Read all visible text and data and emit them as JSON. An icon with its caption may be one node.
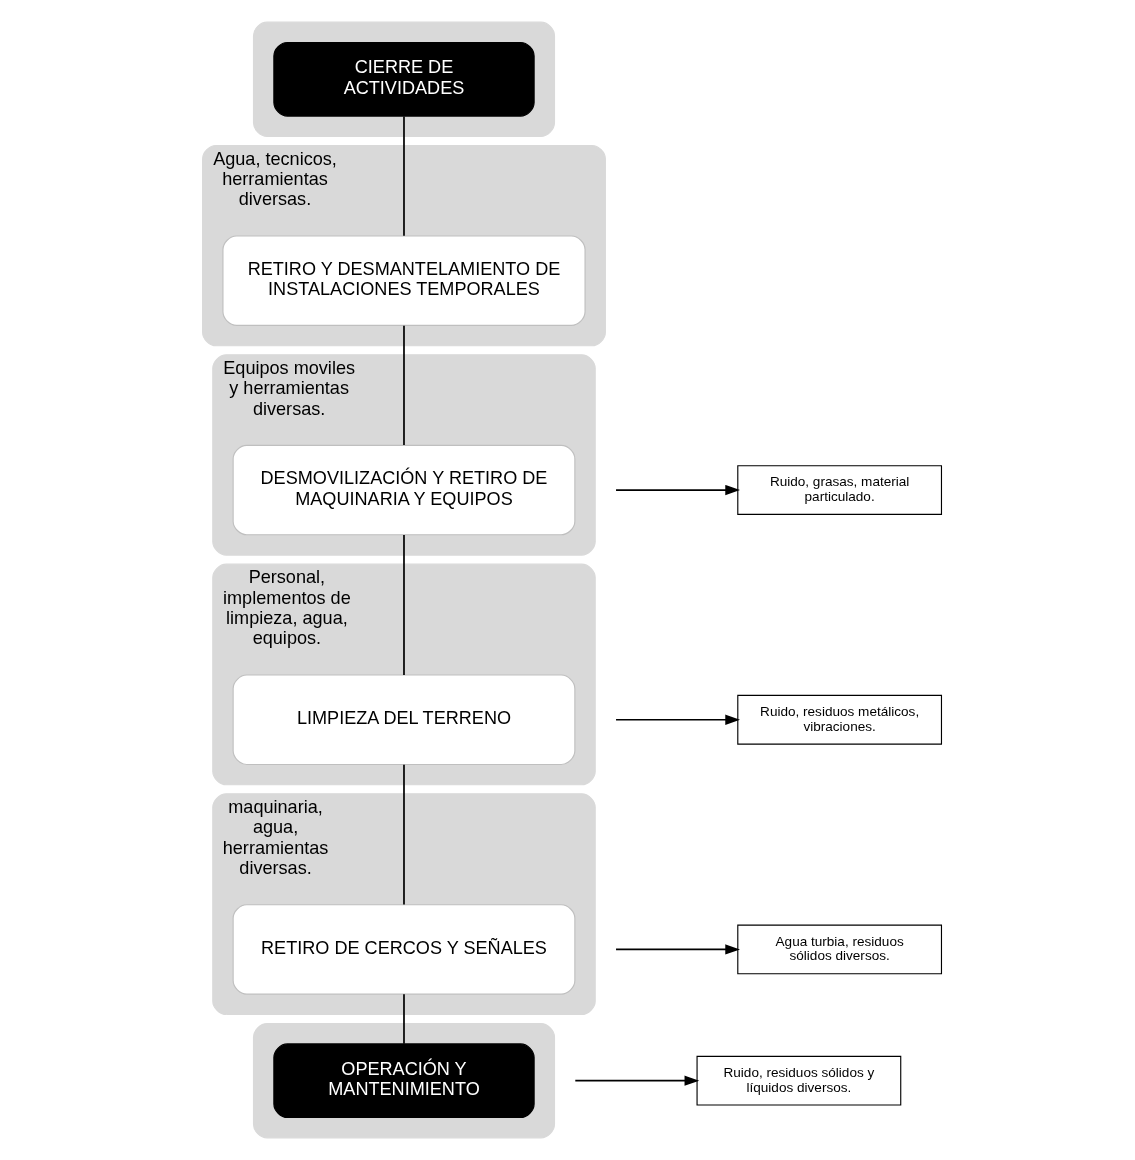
{
  "diagram": {
    "nodes": [
      {
        "text": [],
        "shape": "box"
      },
      {
        "text": [
          "CIERRE DE ACTIVIDADES"
        ],
        "in": 0
      },
      {
        "text": [
          "Agua, tecnicos, herramientas diversas."
        ]
      },
      {
        "text": [
          "RETIRO Y DESMANTELAMIENTO DE INSTALACIONES TEMPORALES"
        ],
        "in": 2
      },
      {
        "text": [
          "Ruido, grasas, material particulado."
        ]
      },
      {
        "text": [
          "Equipos moviles y herramientas diversas."
        ]
      },
      {
        "text": [
          "DESMOVILIZACIÓN Y RETIRO DE MAQUINARIA Y EQUIPOS"
        ],
        "in": 5
      },
      {
        "text": [
          "Ruido, residuos metálicos, vibraciones."
        ]
      },
      {
        "text": [
          "Personal, implementos de limpieza, agua, equipos."
        ]
      },
      {
        "text": [
          "LIMPIEZA DEL TERRENO"
        ],
        "in": 8
      },
      {
        "text": [
          "Agua turbia, residuos sólidos diversos."
        ]
      },
      {
        "text": [
          "maquinaria, agua, herramientas diversas."
        ]
      },
      {
        "text": [
          "RETIRO DE CERCOS Y SEÑALES"
        ],
        "in": 11
      },
      {
        "text": [
          "Ruido, residuos sólidos y líquidos diversos."
        ]
      },
      {
        "text": [],
        "shape": "box"
      },
      {
        "text": [
          "OPERACIÓN Y MANTENIMIENTO"
        ],
        "in": 14
      }
    ],
    "edges": [
      {
        "from": 1,
        "to": 3,
        "arrow": "none"
      },
      {
        "from": 3,
        "to": 6,
        "arrow": "none"
      },
      {
        "from": 6,
        "to": 9,
        "arrow": "none"
      },
      {
        "from": 9,
        "to": 12,
        "arrow": "none"
      },
      {
        "from": 12,
        "to": 15,
        "arrow": "none"
      },
      {
        "from": null,
        "to": 4,
        "arrow": "to"
      },
      {
        "from": null,
        "to": 7,
        "arrow": "to"
      },
      {
        "from": null,
        "to": 10,
        "arrow": "to"
      },
      {
        "from": null,
        "to": 13,
        "arrow": "to"
      }
    ]
  }
}
